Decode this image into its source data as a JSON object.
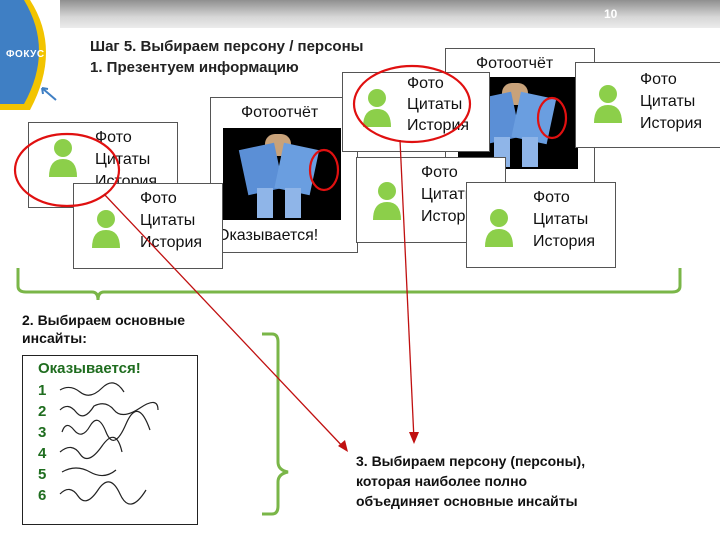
{
  "page_number": "10",
  "logo": {
    "text": "ФОКУС",
    "color": "#3f7fc4",
    "accent": "#f2c400"
  },
  "title": {
    "line1": "Шаг 5. Выбираем персону / персоны",
    "line2": "1. Презентуем информацию"
  },
  "cards": {
    "foto": "Фото",
    "citaty": "Цитаты",
    "istoriya": "История",
    "fotootchet": "Фотоотчёт",
    "okazyvaetsya": "Оказывается!"
  },
  "step2": {
    "line1": "2. Выбираем основные",
    "line2": "инсайты:",
    "list_title": "Оказывается!",
    "items": [
      "1",
      "2",
      "3",
      "4",
      "5",
      "6"
    ]
  },
  "step3": {
    "line1": "3. Выбираем персону (персоны),",
    "line2": "которая наиболее полно",
    "line3": "объединяет основные инсайты"
  },
  "colors": {
    "person": "#8ccf4a",
    "circle": "#e01010",
    "arrow": "#c01010",
    "bracket": "#7ab648",
    "insight": "#1f6d1f"
  }
}
